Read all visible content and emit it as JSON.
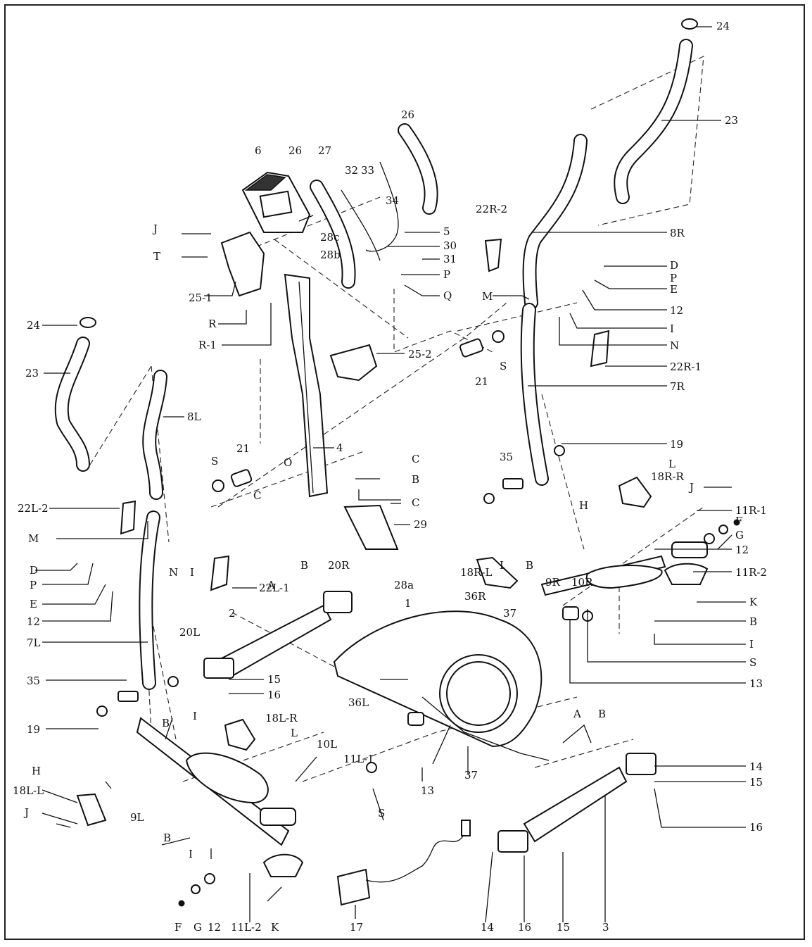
{
  "diagram": {
    "labels": {
      "l_24_top": "24",
      "l_23_top": "23",
      "l_26_top": "26",
      "l_6": "6",
      "l_26_mid": "26",
      "l_27": "27",
      "l_32": "32",
      "l_33": "33",
      "l_34": "34",
      "l_22R2": "22R-2",
      "l_8R": "8R",
      "l_5": "5",
      "l_28c": "28c",
      "l_30": "30",
      "l_28b": "28b",
      "l_31": "31",
      "l_J_top": "J",
      "l_T": "T",
      "l_P_mid": "P",
      "l_D_r": "D",
      "l_P_r": "P",
      "l_Q": "Q",
      "l_E_r": "E",
      "l_M_r": "M",
      "l_12_r": "12",
      "l_25_1": "25-1",
      "l_R": "R",
      "l_I_r": "I",
      "l_R_1": "R-1",
      "l_N_r": "N",
      "l_24_left": "24",
      "l_25_2": "25-2",
      "l_22R1": "22R-1",
      "l_23_left": "23",
      "l_21_r": "21",
      "l_S_r": "S",
      "l_7R": "7R",
      "l_8L": "8L",
      "l_19_r": "19",
      "l_21_l": "21",
      "l_S_l": "S",
      "l_4": "4",
      "l_C_1": "C",
      "l_O": "O",
      "l_35_r": "35",
      "l_L_r": "L",
      "l_B_mid": "B",
      "l_18R_R": "18R-R",
      "l_J_r": "J",
      "l_C_2": "C",
      "l_C_3": "C",
      "l_22L2": "22L-2",
      "l_H_r": "H",
      "l_11R1": "11R-1",
      "l_M_l": "M",
      "l_22L1": "22L-1",
      "l_29": "29",
      "l_F_r": "F",
      "l_G_r": "G",
      "l_N_l": "N",
      "l_I_l": "I",
      "l_B_top": "B",
      "l_20R": "20R",
      "l_18R_L": "18R-L",
      "l_I_r2": "I",
      "l_B_r2": "B",
      "l_12_r2": "12",
      "l_D_l": "D",
      "l_A_mid": "A",
      "l_9R": "9R",
      "l_10R": "10R",
      "l_11R2": "11R-2",
      "l_P_l": "P",
      "l_28a": "28a",
      "l_E_l": "E",
      "l_36R": "36R",
      "l_1": "1",
      "l_K_r": "K",
      "l_12_l": "12",
      "l_2": "2",
      "l_37_r": "37",
      "l_B_r3": "B",
      "l_20L": "20L",
      "l_7L": "7L",
      "l_I_r3": "I",
      "l_15_mid": "15",
      "l_S_r2": "S",
      "l_35_l": "35",
      "l_16_mid": "16",
      "l_13_r": "13",
      "l_36L": "36L",
      "l_19_l": "19",
      "l_B_l": "B",
      "l_I_l2": "I",
      "l_18L_R": "18L-R",
      "l_A_r": "A",
      "l_B_r4": "B",
      "l_L_l": "L",
      "l_10L": "10L",
      "l_11L1": "11L-1",
      "l_H_l": "H",
      "l_37_b": "37",
      "l_14_r": "14",
      "l_18L_L": "18L-L",
      "l_13_b": "13",
      "l_15_r": "15",
      "l_9L": "9L",
      "l_J_l": "J",
      "l_S_b": "S",
      "l_16_r": "16",
      "l_B_l2": "B",
      "l_I_l3": "I",
      "l_11L2": "11L-2",
      "l_K_l": "K",
      "l_17": "17",
      "l_14_b": "14",
      "l_16_b": "16",
      "l_15_b": "15",
      "l_3": "3",
      "l_F_l": "F",
      "l_G_l": "G",
      "l_12_b": "12"
    }
  }
}
